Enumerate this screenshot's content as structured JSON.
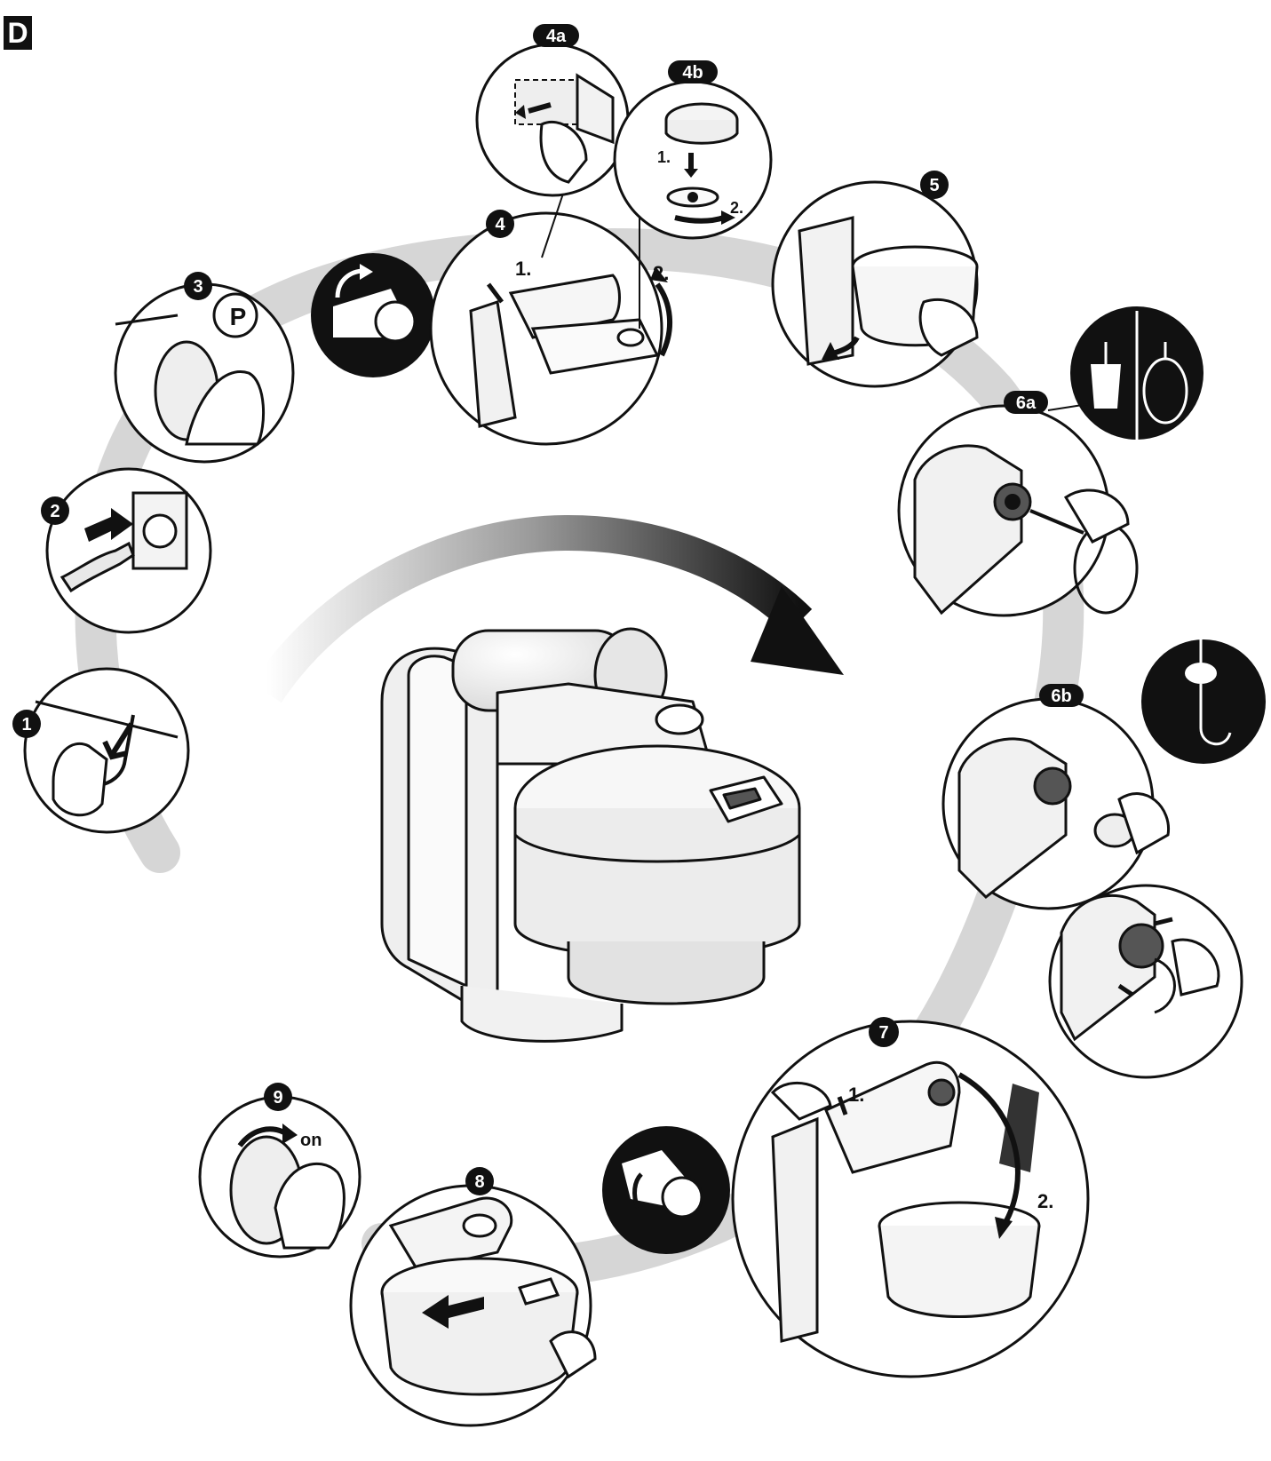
{
  "section_letter": "D",
  "steps": [
    {
      "id": "1",
      "label": "1"
    },
    {
      "id": "2",
      "label": "2"
    },
    {
      "id": "3",
      "label": "3",
      "symbol": "P"
    },
    {
      "id": "4",
      "label": "4",
      "sub_labels": [
        "1.",
        "2."
      ]
    },
    {
      "id": "4a",
      "label": "4a"
    },
    {
      "id": "4b",
      "label": "4b",
      "sub_labels": [
        "1.",
        "2."
      ]
    },
    {
      "id": "5",
      "label": "5"
    },
    {
      "id": "6a",
      "label": "6a"
    },
    {
      "id": "6b",
      "label": "6b"
    },
    {
      "id": "7",
      "label": "7",
      "sub_labels": [
        "1.",
        "2."
      ]
    },
    {
      "id": "8",
      "label": "8"
    },
    {
      "id": "9",
      "label": "9",
      "switch_text": "on"
    }
  ],
  "icons": [
    "plug-icon",
    "wall-socket-icon",
    "park-position-icon",
    "rotation-arrow-icon",
    "whisk-icon",
    "beater-icon",
    "kneading-hook-icon",
    "stand-mixer-illustration",
    "lock-arm-up-icon",
    "lock-arm-down-icon"
  ],
  "colors": {
    "ink": "#111111",
    "shadow_ring": "#cfcfcf",
    "appliance_fill": "#f2f2f2",
    "panel_bg": "#ffffff"
  }
}
